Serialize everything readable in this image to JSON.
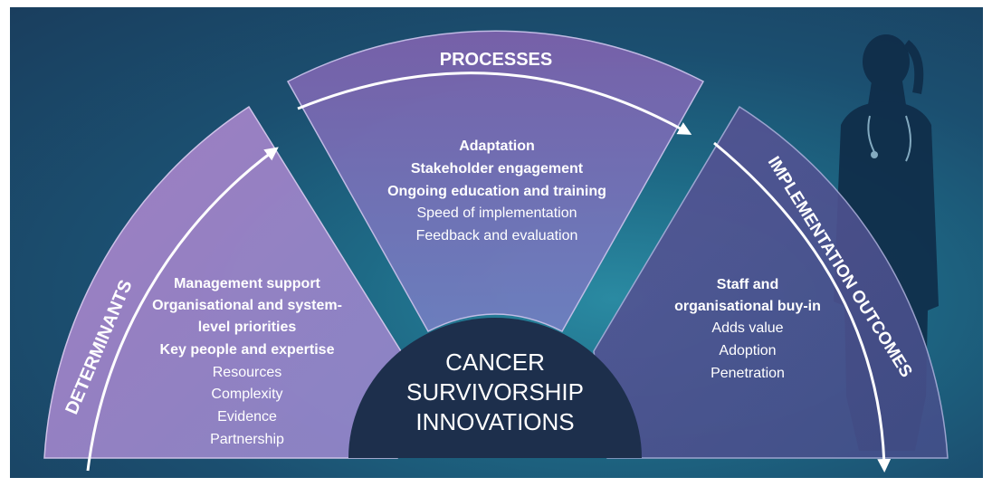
{
  "center": {
    "line1": "CANCER",
    "line2": "SURVIVORSHIP",
    "line3": "INNOVATIONS"
  },
  "sections": {
    "determinants": {
      "title": "DETERMINANTS",
      "bold_items": [
        "Management support",
        "Organisational and system-",
        "level priorities",
        "Key people and expertise"
      ],
      "items": [
        "Resources",
        "Complexity",
        "Evidence",
        "Partnership"
      ]
    },
    "processes": {
      "title": "PROCESSES",
      "bold_items": [
        "Adaptation",
        "Stakeholder engagement",
        "Ongoing education and training"
      ],
      "items": [
        "Speed of implementation",
        "Feedback and evaluation"
      ]
    },
    "outcomes": {
      "title": "IMPLEMENTATION OUTCOMES",
      "bold_items": [
        "Staff and",
        "organisational buy-in"
      ],
      "items": [
        "Adds value",
        "Adoption",
        "Penetration"
      ]
    }
  },
  "colors": {
    "determinants": "#9a7cc6",
    "processes": "#7a6eb8",
    "outcomes": "#4a4f8e",
    "center": "#1d2f4c"
  }
}
